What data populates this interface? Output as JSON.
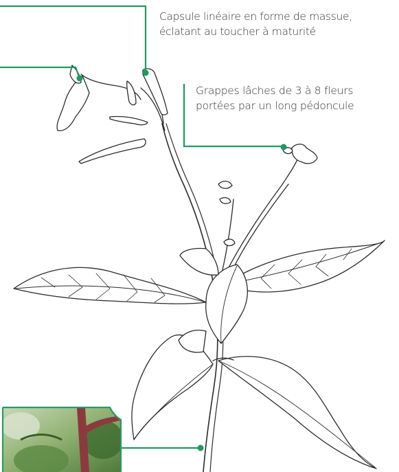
{
  "colors": {
    "leader": "#1d9a5f",
    "ink": "#2b2b2b",
    "caption": "#333333",
    "leaf_fill": "#ffffff",
    "photo_border": "#2a9a62",
    "photo_stem": "#8b3a3f",
    "photo_green": "#6a9a4e"
  },
  "captions": {
    "capsule": {
      "line1": "Capsule linéaire en forme de massue,",
      "line2": "éclatant au toucher à maturité"
    },
    "grappes": {
      "line1": "Grappes lâches de 3 à 8 fleurs",
      "line2": "portées par un long pédoncule"
    }
  },
  "icons": {
    "illustration": "plant-drawing",
    "photo": "stem-photo"
  }
}
